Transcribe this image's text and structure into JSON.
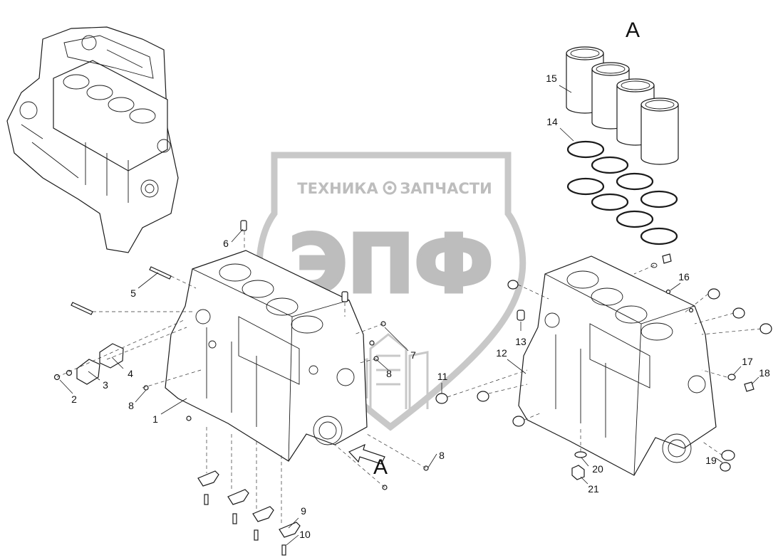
{
  "watermark": {
    "top_text_left": "ТЕХНИКА",
    "top_text_right": "ЗАПЧАСТИ",
    "big_letters": "ЭПФ",
    "gear_icon": "gear-icon"
  },
  "view_labels": {
    "view_a_top": "A",
    "view_a_arrow": "A"
  },
  "callouts": [
    "1",
    "2",
    "3",
    "4",
    "5",
    "6",
    "7",
    "8",
    "8",
    "8",
    "9",
    "10",
    "11",
    "12",
    "13",
    "14",
    "15",
    "16",
    "17",
    "18",
    "19",
    "20",
    "21"
  ],
  "colors": {
    "line": "#1a1a1a",
    "watermark": "#bdbdbd"
  }
}
